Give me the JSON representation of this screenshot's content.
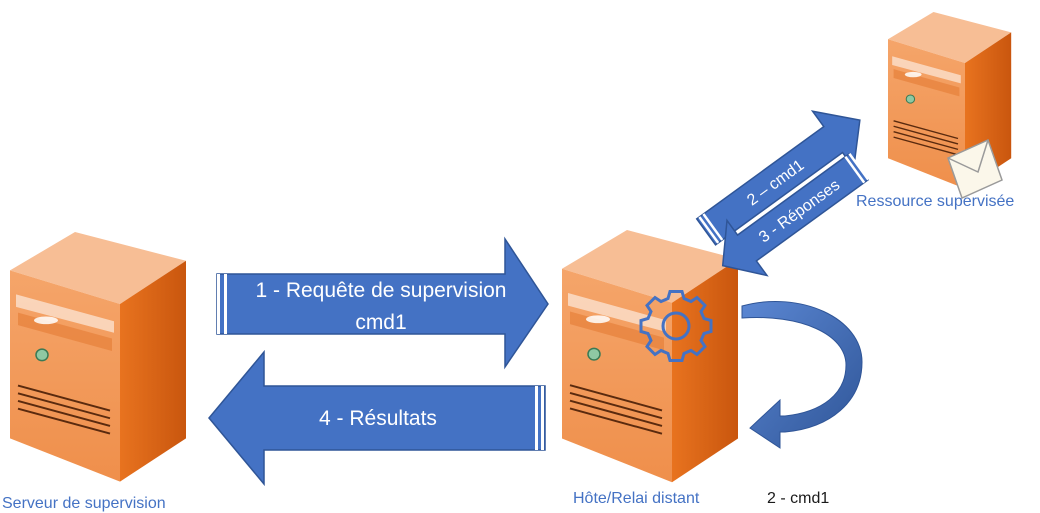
{
  "colors": {
    "arrow_fill": "#4472c4",
    "arrow_stroke": "#2f5597",
    "server_front": "#f29a5a",
    "server_side": "#e0691f",
    "server_top": "#f5b183",
    "label_blue": "#4472c4",
    "gear": "#4472c4"
  },
  "icons": {
    "server": "server-tower-icon",
    "gear": "gear-icon",
    "envelope": "envelope-icon"
  },
  "nodes": {
    "supervision_server": {
      "label": "Serveur de supervision"
    },
    "remote_host": {
      "label": "Hôte/Relai distant"
    },
    "supervised_resource": {
      "label": "Ressource supervisée"
    }
  },
  "arrows": {
    "request": {
      "line1": "1 - Requête de supervision",
      "line2": "cmd1"
    },
    "results": {
      "label": "4 - Résultats"
    },
    "cmd_to_resource": {
      "label": "2 – cmd1"
    },
    "responses": {
      "label": "3 - Réponses"
    },
    "local_loop": {
      "label": "2 - cmd1"
    }
  }
}
